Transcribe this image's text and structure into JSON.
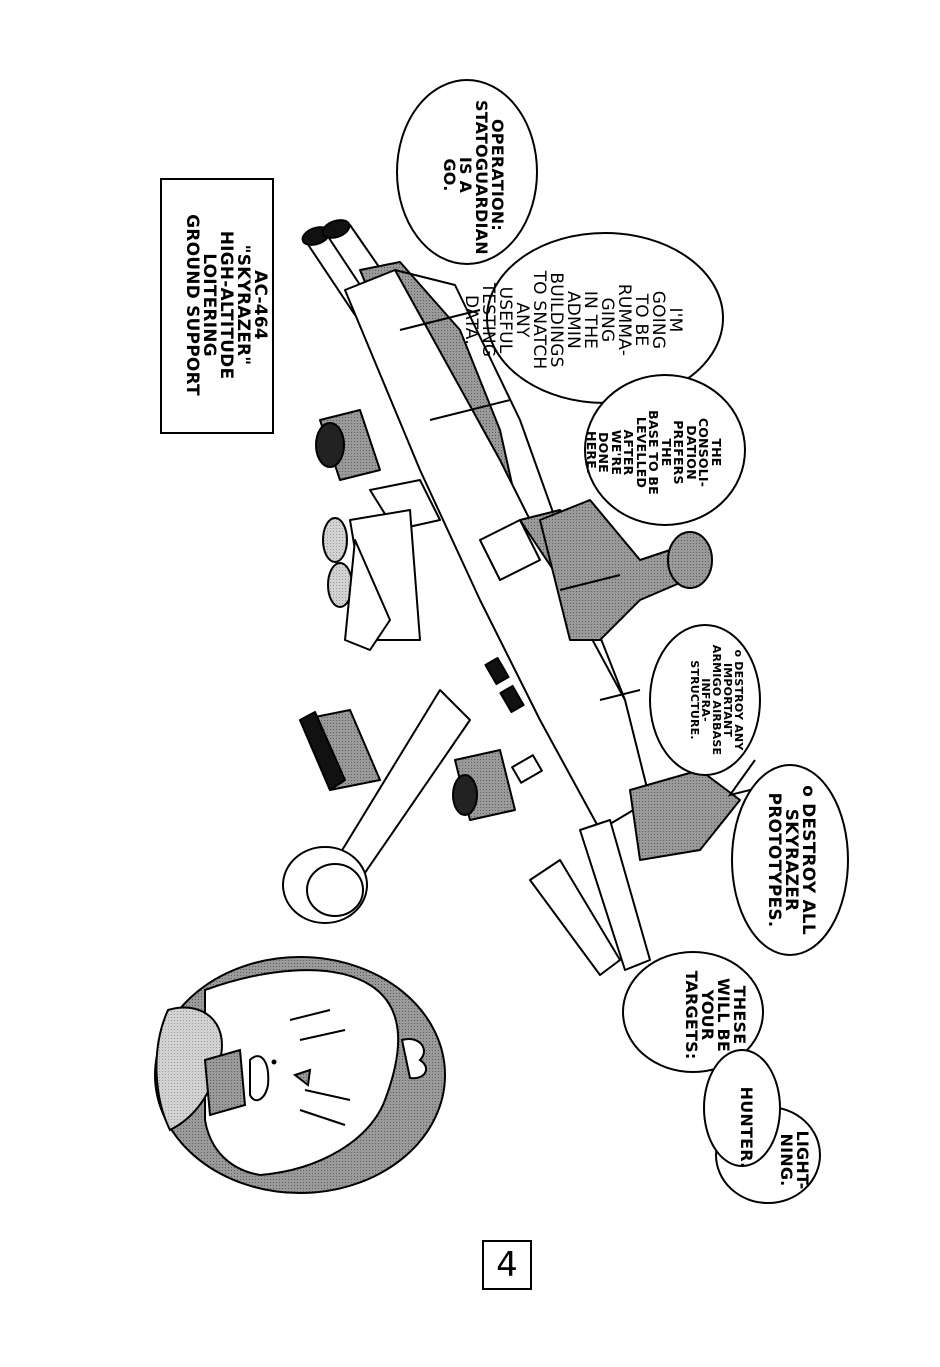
{
  "page": {
    "orientation": "rotated-90-clockwise",
    "page_number": "4"
  },
  "caption": {
    "lines": "AC-464\n\"SKYRAZER\"\nHIGH-ALTITUDE\nLOITERING\nGROUND SUPPORT"
  },
  "bubbles": [
    {
      "id": "operation",
      "text": "OPERATION:\nSTATOGUARDIAN\nIS A\nGO."
    },
    {
      "id": "rummaging",
      "text": "I'M\nGOING\nTO BE\nRUMMA-\nGING\nIN THE\nADMIN\nBUILDINGS\nTO SNATCH\nANY\nUSEFUL\nTESTING\nDATA."
    },
    {
      "id": "consolidation",
      "text": "THE\nCONSOLI-\nDATION\nPREFERS\nTHE\nBASE TO BE\nLEVELLED\nAFTER\nWE'RE\nDONE\nHERE."
    },
    {
      "id": "infrastructure",
      "text": "o DESTROY ANY\nIMPORTANT\nARMIGO AIRBASE\nINFRA-\nSTRUCTURE."
    },
    {
      "id": "prototypes",
      "text": "o DESTROY ALL\nSKYRAZER\nPROTOTYPES."
    },
    {
      "id": "targets",
      "text": "THESE\nWILL BE\nYOUR\nTARGETS:"
    },
    {
      "id": "lightning",
      "text": "LIGHT-\nNING."
    },
    {
      "id": "hunter",
      "text": "HUNTER."
    }
  ],
  "artwork": {
    "aircraft": "AC-464 Skyrazer gunship illustration",
    "portrait": "character portrait inset in oval frame"
  },
  "colors": {
    "ink": "#000000",
    "paper": "#ffffff",
    "screentone_dark": "#8a8a8a",
    "screentone_light": "#c8c8c8"
  }
}
